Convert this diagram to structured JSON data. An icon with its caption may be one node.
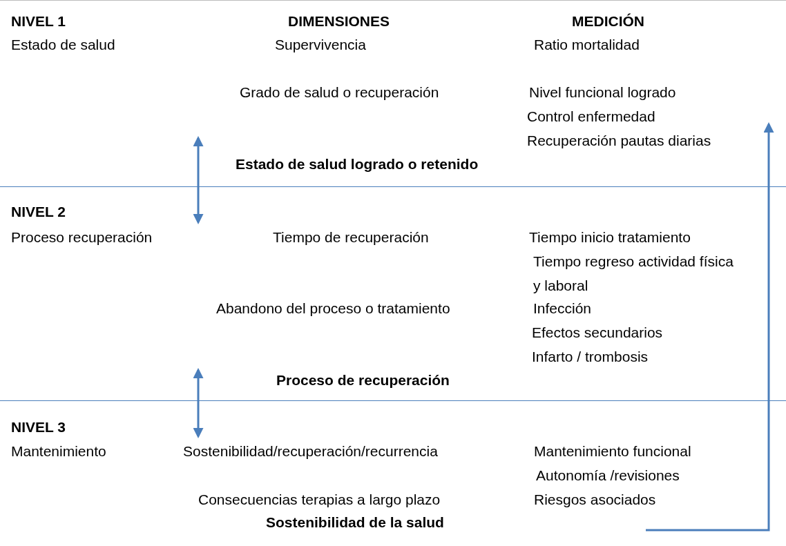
{
  "diagram": {
    "nodes": [
      {
        "text": [
          "NIVEL 1",
          "DIMENSIONES",
          "MEDICIÓN",
          "Estado de salud",
          "Supervivencia",
          "Ratio mortalidad",
          "Grado de salud o recuperación",
          "Nivel funcional logrado",
          "Control enfermedad",
          "Recuperación pautas diarias",
          "Estado de salud logrado o retenido"
        ]
      },
      {
        "text": [
          "NIVEL 2",
          "Proceso recuperación",
          "Tiempo de recuperación",
          "Tiempo inicio tratamiento",
          "Tiempo regreso actividad física y laboral",
          "Abandono del proceso o tratamiento",
          "Infección",
          "Efectos secundarios",
          "Infarto / trombosis",
          "Proceso de recuperación"
        ]
      },
      {
        "text": [
          "NIVEL 3",
          "Mantenimiento",
          "Sostenibilidad/recuperación/recurrencia",
          "Mantenimiento funcional",
          "Autonomía /revisiones",
          "Consecuencias terapias a largo plazo",
          "Riesgos asociados",
          "Sostenibilidad de la salud"
        ]
      }
    ],
    "edges": [
      {
        "from": 0,
        "to": 1,
        "arrow": "both"
      },
      {
        "from": 1,
        "to": 2,
        "arrow": "both"
      },
      {
        "from": 2,
        "to": 0,
        "arrow": "to"
      }
    ]
  }
}
